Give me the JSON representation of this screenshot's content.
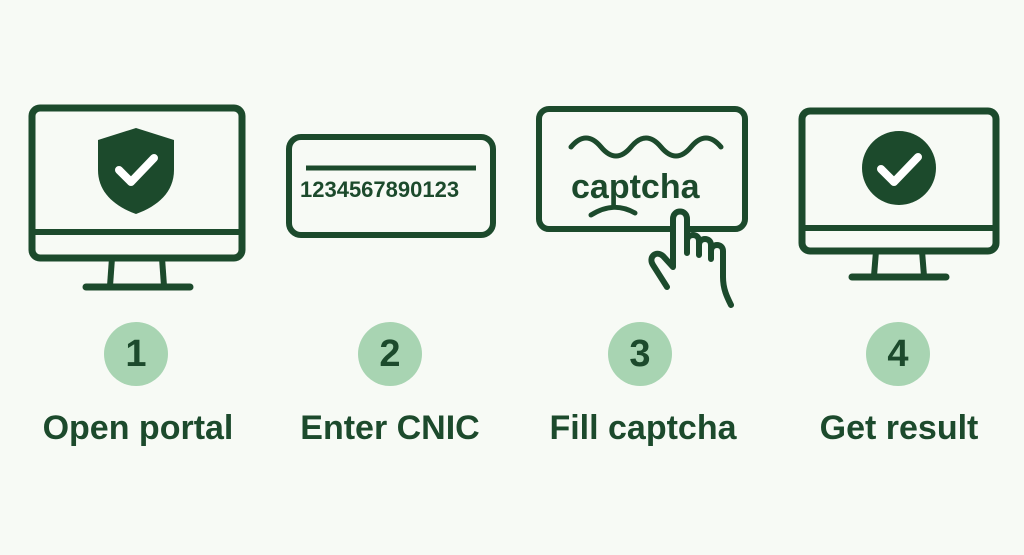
{
  "steps": [
    {
      "number": "1",
      "label": "Open portal",
      "icon": "shield-check-monitor-icon"
    },
    {
      "number": "2",
      "label": "Enter CNIC",
      "icon": "id-card-icon",
      "card_number": "1234567890123"
    },
    {
      "number": "3",
      "label": "Fill captcha",
      "icon": "captcha-box-icon",
      "captcha_text": "captcha"
    },
    {
      "number": "4",
      "label": "Get result",
      "icon": "check-monitor-icon"
    }
  ],
  "colors": {
    "background": "#f7faf5",
    "primary": "#1c4a2c",
    "badge_fill": "#a8d4b2"
  }
}
